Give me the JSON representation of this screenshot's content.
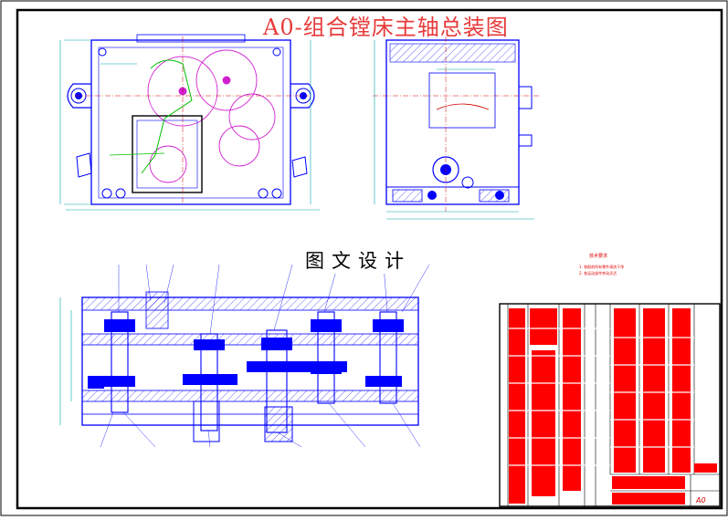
{
  "drawing": {
    "title": "A0-组合镗床主轴总装图",
    "watermark": "图文设计",
    "size_code": "A0"
  },
  "tech_notes": {
    "heading": "技术要求",
    "lines": [
      "1. 装配前所有零件清洗干净",
      "2. 各运动部件转动灵活"
    ]
  },
  "colors": {
    "border": "#000000",
    "outline": "#0000ff",
    "dimension": "#00a8a8",
    "gear_circles": "#d020d0",
    "center_lines": "#d00000",
    "bom_fill": "#ff0000",
    "hatch": "#00c000",
    "title_color": "#e83a3a"
  }
}
